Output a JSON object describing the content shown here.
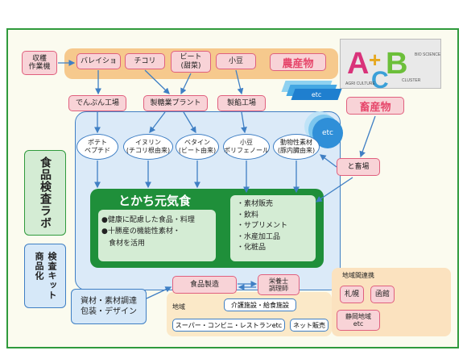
{
  "harvest_machine": "収穫\n作業機",
  "crops": [
    "バレイショ",
    "チコリ",
    "ビート\n(甜菜)",
    "小豆"
  ],
  "agri_label": "農産物",
  "livestock_label": "畜産物",
  "etc_tab": "etc",
  "etc_bubble": "etc",
  "factories": [
    "でんぷん工場",
    "製糖業プラント",
    "製餡工場"
  ],
  "materials": [
    "ポテト\nペプチド",
    "イヌリン\n(チコリ根由来)",
    "ベタイン\n(ビート由来)",
    "小豆\nポリフェノール",
    "動物性素材\n(豚内臓由来)"
  ],
  "slaughter": "と畜場",
  "lab_label": "食品検査ラボ",
  "genki_title": "とかち元気食",
  "genki_items": [
    "●健康に配慮した食品・料理",
    "●十勝産の機能性素材・\n　食材を活用"
  ],
  "sales_items": [
    "・素材販売",
    "・飲料",
    "・サプリメント",
    "・水産加工品",
    "・化粧品"
  ],
  "kit_label": "検査キット\n商品化",
  "design_label": "資材・素材調達\n包装・デザイン",
  "food_manufacturing": "食品製造",
  "nutritionist": "栄養士\n調理師",
  "region_label": "地域",
  "care_facility": "介護施設・給食施設",
  "retail": "スーパー・コンビニ・レストランetc",
  "net_sales": "ネット販売",
  "regional_collab": "地域間連携",
  "cities": [
    "札幌",
    "函館",
    "静岡地域\netc"
  ],
  "logo": {
    "letters": "A+B=C",
    "sub1": "BIO SCIENCE",
    "sub2": "AGRI CULTURE",
    "sub3": "CLUSTER"
  },
  "colors": {
    "green": "#1f8f3a",
    "pink": "#f8d3d7",
    "pink_border": "#e0607e",
    "blue": "#3f7fc4",
    "orange": "#f6c98d",
    "agri_pink": "#e6476b"
  }
}
